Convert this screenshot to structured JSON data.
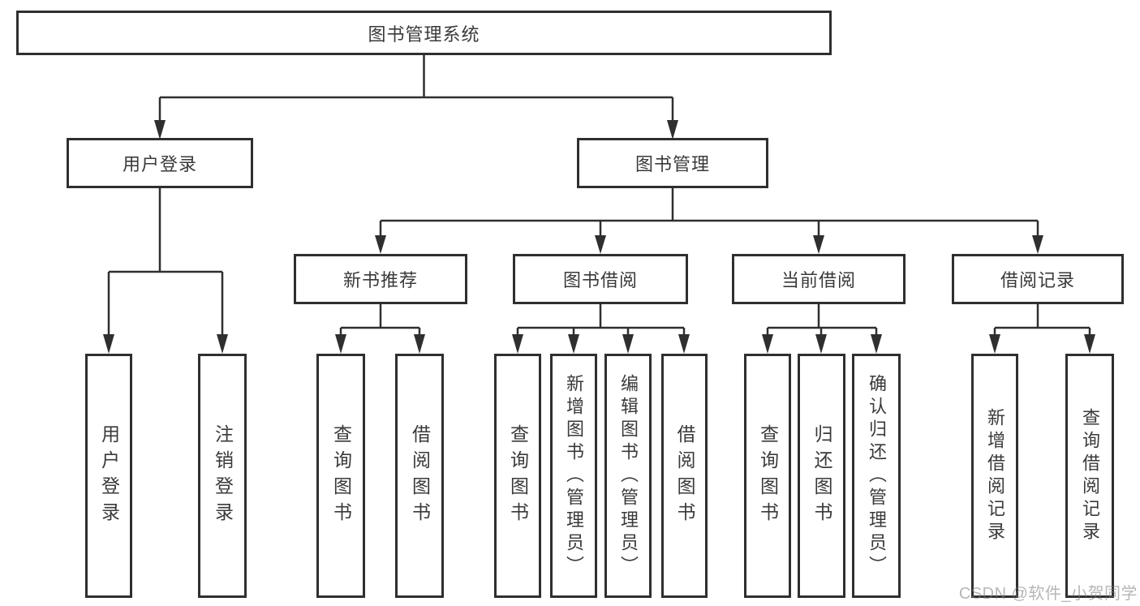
{
  "diagram": {
    "title": "图书管理系统",
    "level2": {
      "user_login": "用户登录",
      "book_management": "图书管理"
    },
    "level3": {
      "new_book_recommend": "新书推荐",
      "book_borrow": "图书借阅",
      "current_borrow": "当前借阅",
      "borrow_record": "借阅记录"
    },
    "leaves": {
      "user_login": [
        "用户登录",
        "注销登录"
      ],
      "new_book_recommend": [
        "查询图书",
        "借阅图书"
      ],
      "book_borrow": [
        "查询图书",
        "新增图书（管理员）",
        "编辑图书（管理员）",
        "借阅图书"
      ],
      "current_borrow": [
        "查询图书",
        "归还图书",
        "确认归还（管理员）"
      ],
      "borrow_record": [
        "新增借阅记录",
        "查询借阅记录"
      ]
    }
  },
  "watermark": "CSDN @软件_小贺同学",
  "colors": {
    "line": "#2f2f2f",
    "text": "#3a3a3a",
    "background": "#ffffff",
    "watermark_gray": "#7a7a80"
  }
}
